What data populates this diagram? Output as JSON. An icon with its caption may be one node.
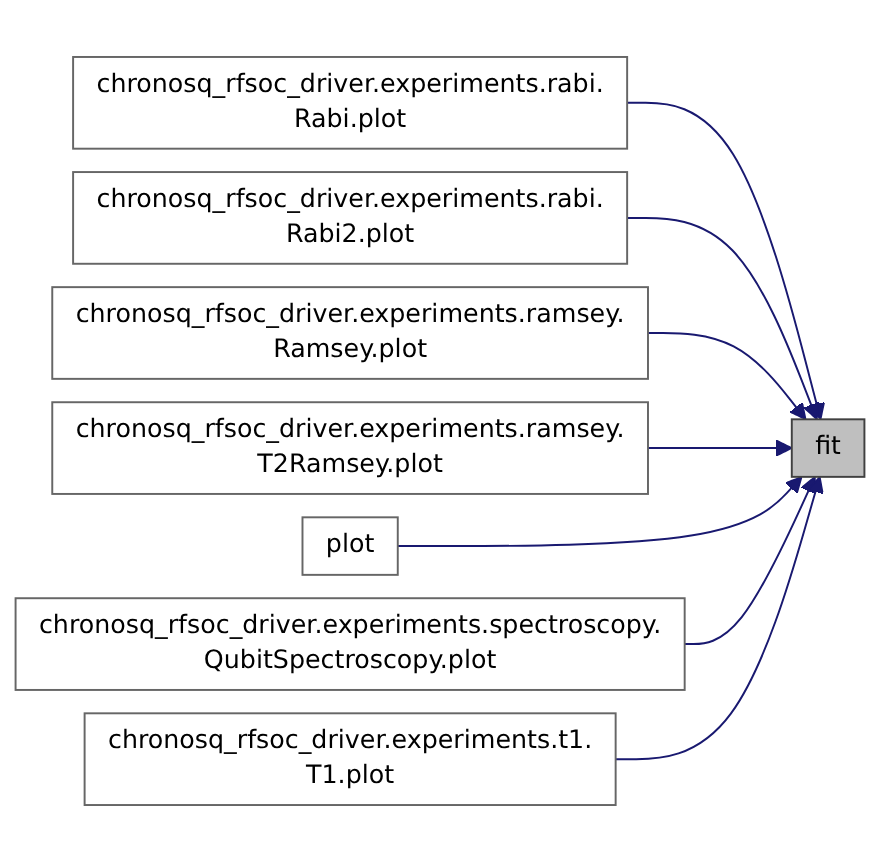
{
  "diagram": {
    "nodes": [
      {
        "text": [
          "chronosq_rfsoc_driver.experiments.rabi. Rabi.plot"
        ]
      },
      {
        "text": [
          "chronosq_rfsoc_driver.experiments.rabi. Rabi2.plot"
        ]
      },
      {
        "text": [
          "chronosq_rfsoc_driver.experiments.ramsey. Ramsey.plot"
        ]
      },
      {
        "text": [
          "chronosq_rfsoc_driver.experiments.ramsey. T2Ramsey.plot"
        ]
      },
      {
        "text": [
          "plot"
        ]
      },
      {
        "text": [
          "chronosq_rfsoc_driver.experiments.spectroscopy. QubitSpectroscopy.plot"
        ]
      },
      {
        "text": [
          "chronosq_rfsoc_driver.experiments.t1. T1.plot"
        ]
      },
      {
        "text": [
          "fit"
        ]
      }
    ],
    "edges": [
      {
        "from": 0,
        "to": 7,
        "arrow": "to"
      },
      {
        "from": 1,
        "to": 7,
        "arrow": "to"
      },
      {
        "from": 2,
        "to": 7,
        "arrow": "to"
      },
      {
        "from": 3,
        "to": 7,
        "arrow": "to"
      },
      {
        "from": 4,
        "to": 7,
        "arrow": "to"
      },
      {
        "from": 5,
        "to": 7,
        "arrow": "to"
      },
      {
        "from": 6,
        "to": 7,
        "arrow": "to"
      }
    ]
  }
}
